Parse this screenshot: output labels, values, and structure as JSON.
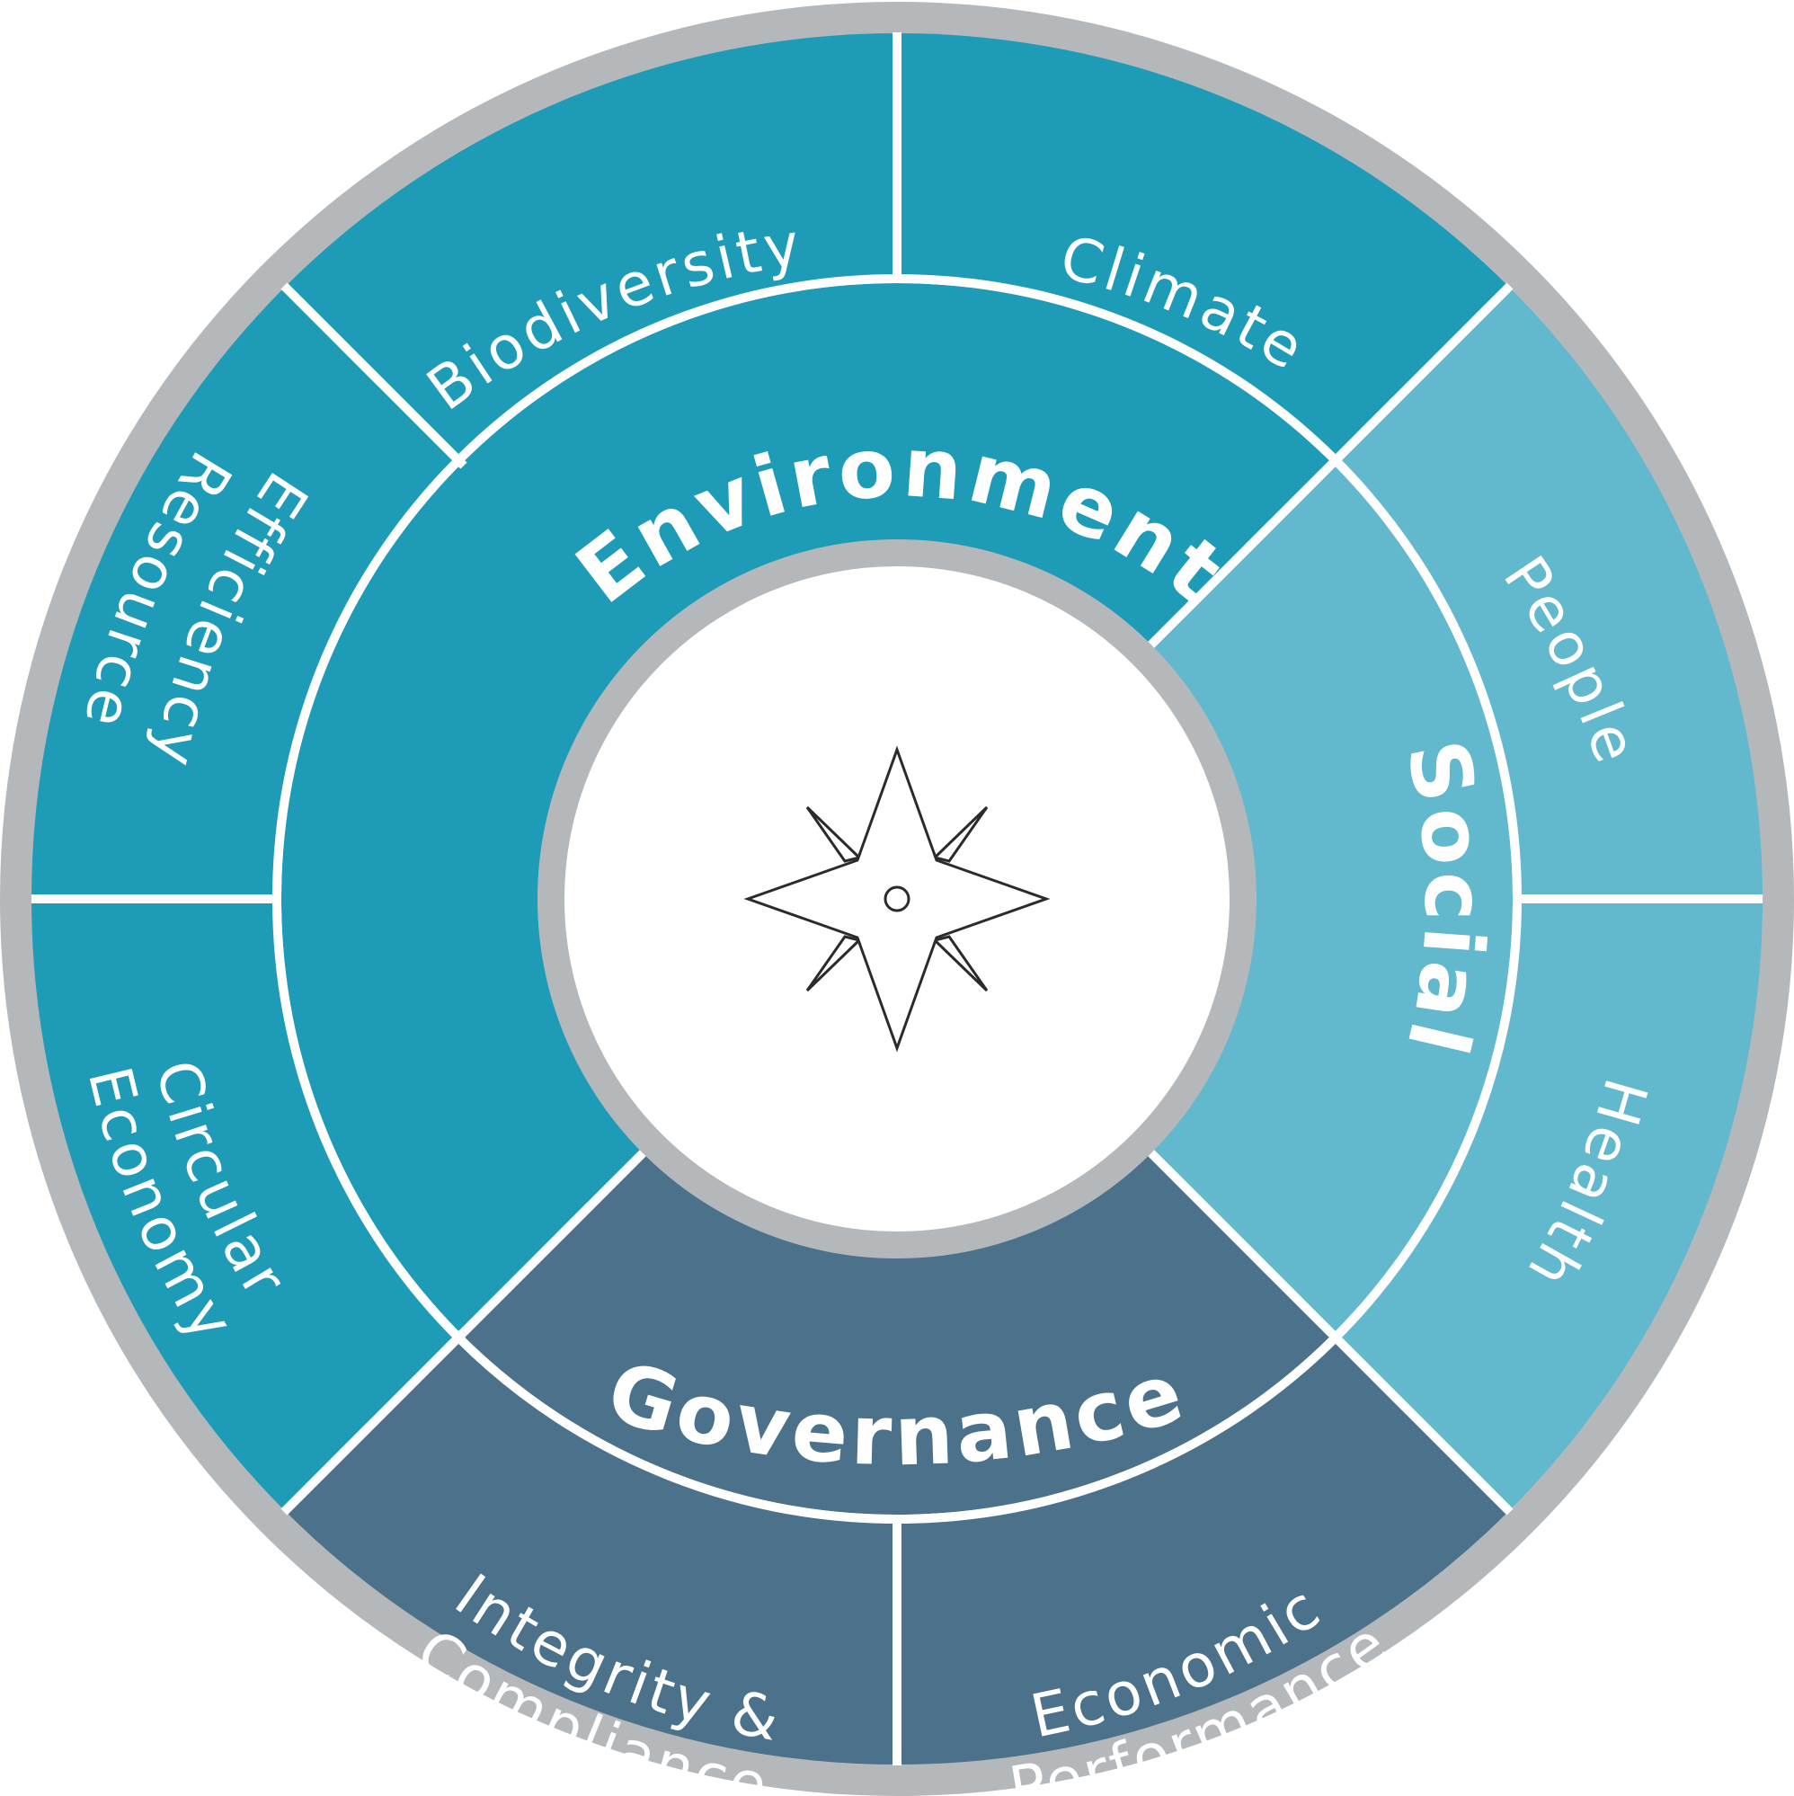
{
  "colors": {
    "environment": "#1e9cb7",
    "social": "#62b8cc",
    "governance": "#4c718b",
    "rim": "#b5b8bb",
    "divider": "#ffffff",
    "center": "#ffffff",
    "compass_stroke": "#2b2b2b"
  },
  "pillars": {
    "environment": "Environment",
    "social": "Social",
    "governance": "Governance"
  },
  "topics": {
    "biodiversity": "Biodiversity",
    "climate": "Climate",
    "people": "People",
    "health": "Health",
    "economic_line1": "Economic",
    "economic_line2": "Performance",
    "integrity_line1": "Integrity &",
    "integrity_line2": "Compliance",
    "circular_line1": "Circular",
    "circular_line2": "Economy",
    "resource_line1": "Resource",
    "resource_line2": "Efficiency"
  },
  "center_icon": "compass-star-icon"
}
